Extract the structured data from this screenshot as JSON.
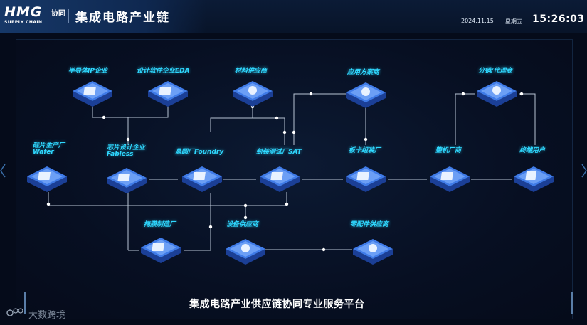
{
  "header": {
    "logo_text": "HMG",
    "logo_sub": "SUPPLY CHAIN",
    "logo_cn": "协同",
    "title": "集成电路产业链",
    "date": "2024.11.15",
    "weekday": "星期五",
    "time": "15:26:03"
  },
  "nodes": {
    "semi_ip": "半导体IP企业",
    "eda": "设计软件企业EDA",
    "material": "材料供应商",
    "solution": "应用方案商",
    "distributor": "分销/代理商",
    "wafer_line1": "硅片生产厂",
    "wafer_line2": "Wafer",
    "fabless_line1": "芯片设计企业",
    "fabless_line2": "Fabless",
    "foundry": "晶圆厂Foundry",
    "sat": "封装测试厂SAT",
    "board": "板卡组装厂",
    "oem": "整机厂商",
    "end_user": "终端用户",
    "mask": "掩膜制造厂",
    "equipment": "设备供应商",
    "parts": "零配件供应商"
  },
  "footer": {
    "title": "集成电路产业供应链协同专业服务平台",
    "watermark": "大数跨境"
  },
  "colors": {
    "accent": "#2fd8ff",
    "line": "#b8c4d4",
    "background": "#050b1a"
  }
}
